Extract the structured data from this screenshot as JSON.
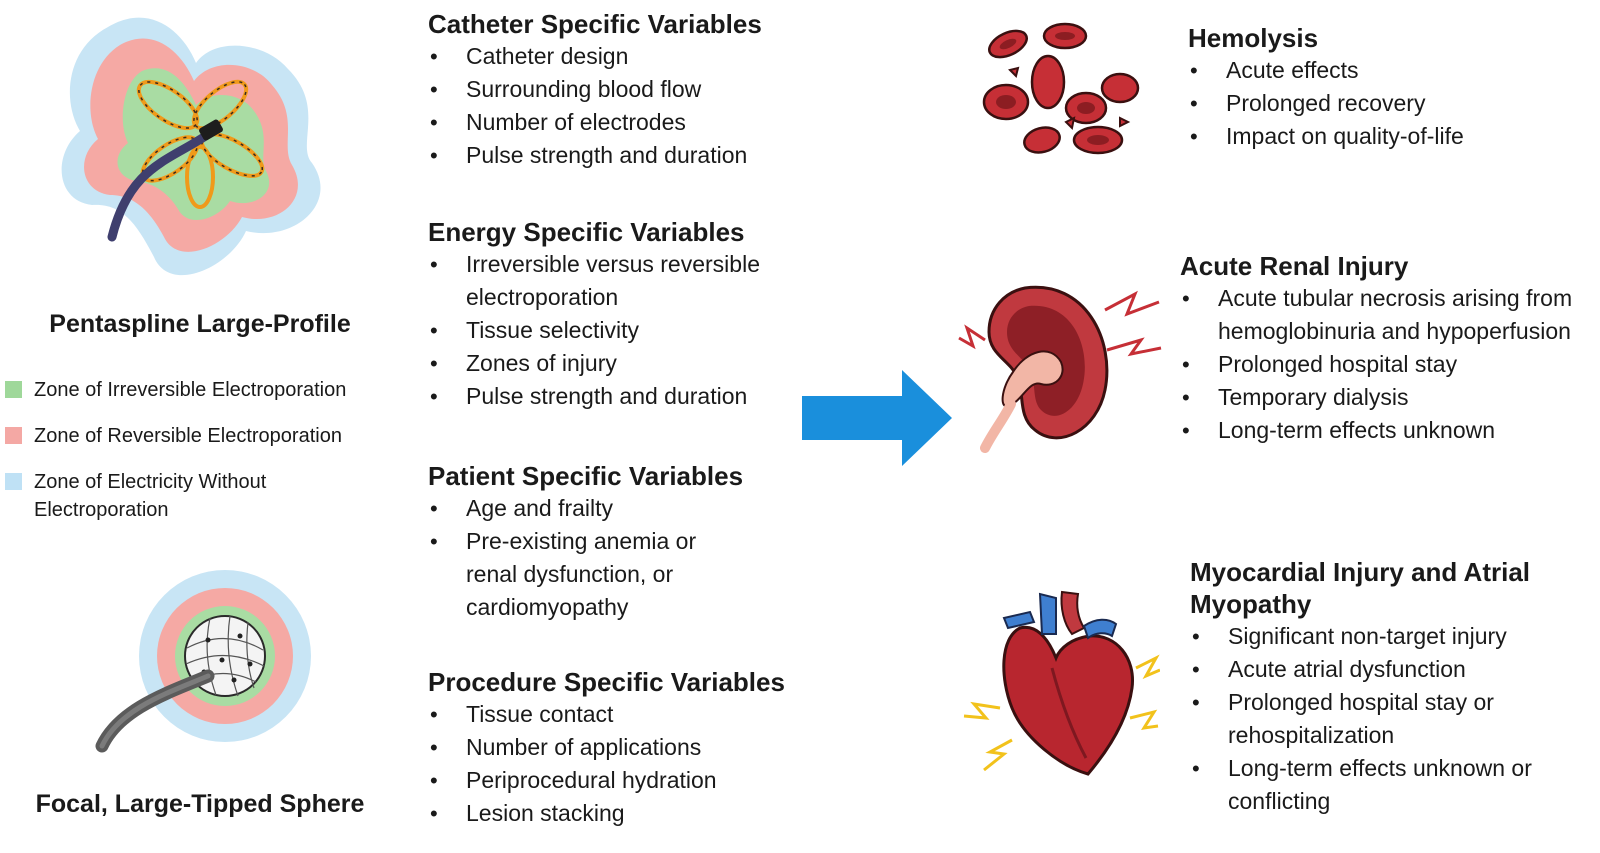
{
  "devices": {
    "pentaspline": {
      "label": "Pentaspline Large-Profile"
    },
    "focal": {
      "label": "Focal, Large-Tipped Sphere"
    }
  },
  "legend": [
    {
      "label": "Zone of Irreversible Electroporation",
      "color": "#9fd89a"
    },
    {
      "label": "Zone of Reversible Electroporation",
      "color": "#f4a8a4"
    },
    {
      "label": "Zone of Electricity Without Electroporation",
      "color": "#bfe1f5"
    }
  ],
  "variables": [
    {
      "title": "Catheter Specific Variables",
      "items": [
        "Catheter design",
        "Surrounding blood flow",
        "Number of electrodes",
        "Pulse strength and duration"
      ]
    },
    {
      "title": "Energy Specific Variables",
      "items": [
        "Irreversible versus reversible electroporation",
        "Tissue selectivity",
        "Zones of injury",
        "Pulse strength and duration"
      ]
    },
    {
      "title": "Patient Specific Variables",
      "items": [
        "Age and frailty",
        "Pre-existing anemia or renal dysfunction, or cardiomyopathy"
      ]
    },
    {
      "title": "Procedure Specific Variables",
      "items": [
        "Tissue contact",
        "Number of applications",
        "Periprocedural hydration",
        "Lesion stacking"
      ]
    }
  ],
  "outcomes": [
    {
      "title": "Hemolysis",
      "items": [
        "Acute effects",
        "Prolonged recovery",
        "Impact on quality-of-life"
      ]
    },
    {
      "title": "Acute Renal Injury",
      "items": [
        "Acute tubular necrosis arising from hemoglobinuria and hypoperfusion",
        "Prolonged hospital stay",
        "Temporary dialysis",
        "Long-term effects unknown"
      ]
    },
    {
      "title": "Myocardial Injury and Atrial Myopathy",
      "items": [
        "Significant non-target injury",
        "Acute atrial dysfunction",
        "Prolonged hospital stay or rehospitalization",
        "Long-term effects unknown or conflicting"
      ]
    }
  ],
  "colors": {
    "arrow": "#1a8fdc",
    "blood_cell": "#c62f36",
    "kidney": "#c0393f",
    "heart": "#b8262f",
    "vessel_blue": "#3f7fd0",
    "spark": "#f2c21b"
  }
}
